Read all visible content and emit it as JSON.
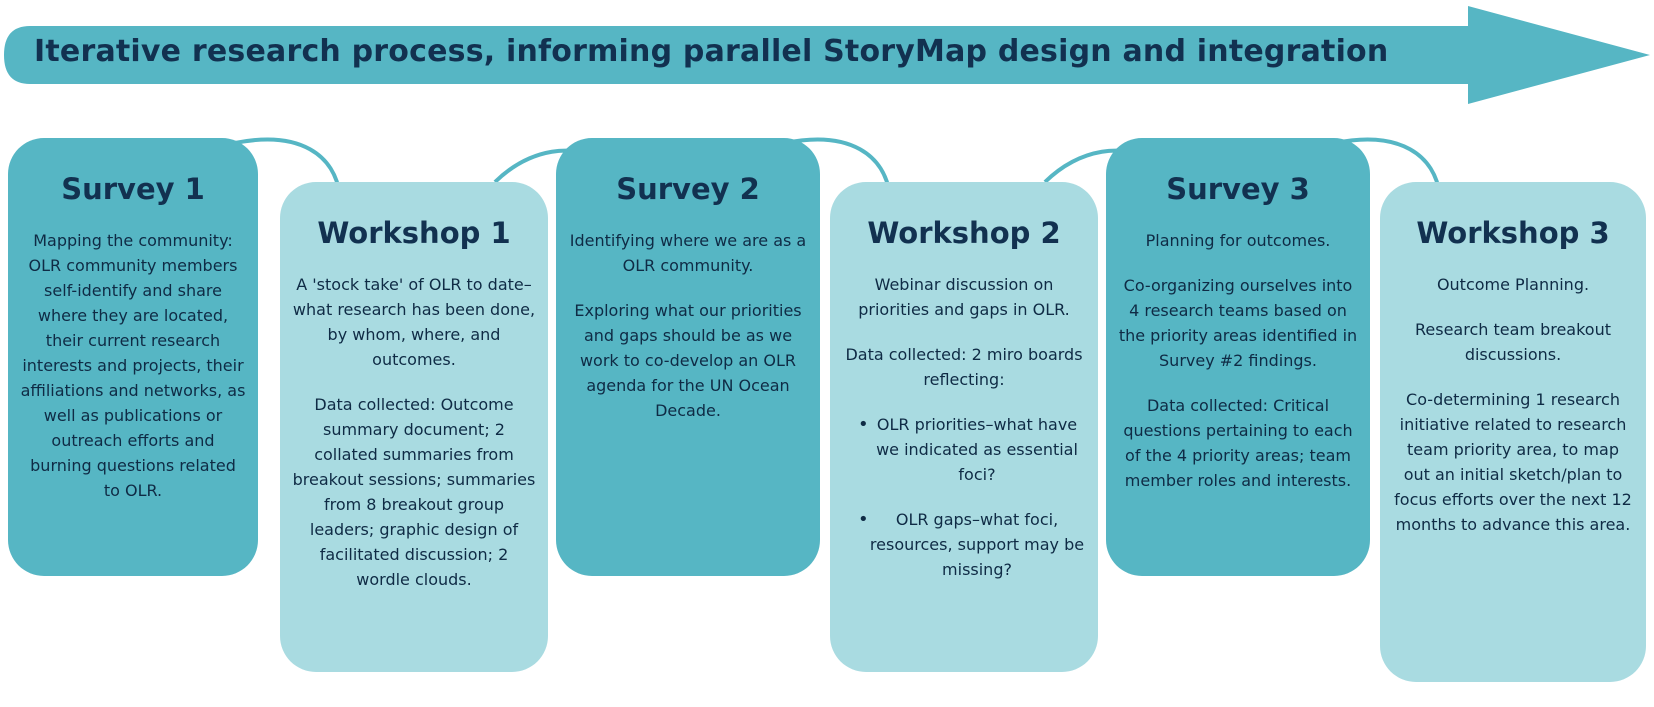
{
  "banner": {
    "title": "Iterative research process, informing parallel StoryMap design and integration",
    "color": "#56b6c4"
  },
  "colors": {
    "survey": "#56b6c4",
    "workshop": "#a9dbe1",
    "text": "#123150",
    "connector": "#56b6c4"
  },
  "steps": [
    {
      "title": "Survey 1",
      "paragraphs": [
        "Mapping the community: OLR community members self-identify and share where they are located, their current research interests and projects, their affiliations and networks, as well as publications or outreach efforts and burning questions related to OLR."
      ]
    },
    {
      "title": "Workshop 1",
      "paragraphs": [
        "A 'stock take' of OLR to date–what research has been done, by whom, where, and outcomes.",
        "Data collected: Outcome summary document; 2 collated summaries from breakout sessions; summaries from 8 breakout group leaders; graphic design of facilitated discussion; 2 wordle clouds."
      ]
    },
    {
      "title": "Survey 2",
      "paragraphs": [
        "Identifying where we are as a OLR community.",
        "Exploring what our priorities and gaps should be as we work to co-develop an OLR agenda for the UN Ocean Decade."
      ]
    },
    {
      "title": "Workshop 2",
      "paragraphs": [
        "Webinar discussion on priorities and gaps in OLR.",
        "Data collected: 2 miro boards reflecting:"
      ],
      "bullets": [
        "OLR priorities–what have we indicated as essential foci?",
        "OLR gaps–what foci, resources, support may be missing?"
      ]
    },
    {
      "title": "Survey 3",
      "paragraphs": [
        "Planning for outcomes.",
        "Co-organizing ourselves into 4 research teams based on the priority areas identified in Survey #2 findings.",
        "Data collected: Critical questions pertaining to each of the 4 priority areas; team member roles and interests."
      ]
    },
    {
      "title": "Workshop 3",
      "paragraphs": [
        "Outcome Planning.",
        "Research team breakout discussions.",
        "Co-determining 1 research initiative related to research team priority area, to map out an initial sketch/plan to focus efforts over the next 12 months to advance this area."
      ]
    }
  ]
}
